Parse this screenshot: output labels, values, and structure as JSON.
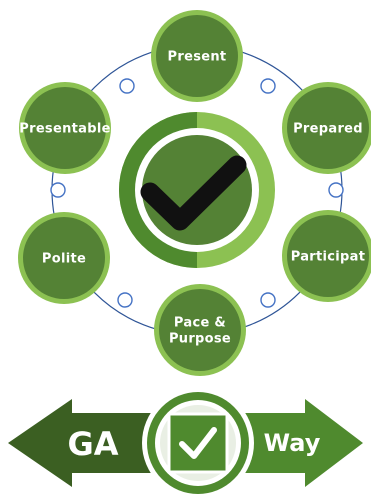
{
  "nodes": [
    {
      "id": "present",
      "lines": [
        "Present"
      ]
    },
    {
      "id": "prepared",
      "lines": [
        "Prepared"
      ]
    },
    {
      "id": "participate",
      "lines": [
        "Participat"
      ]
    },
    {
      "id": "pace-purpose",
      "lines": [
        "Pace &",
        "Purpose"
      ]
    },
    {
      "id": "polite",
      "lines": [
        "Polite"
      ]
    },
    {
      "id": "presentable",
      "lines": [
        "Presentable"
      ]
    }
  ],
  "banner": {
    "left_label": "GA",
    "right_label": "Way"
  },
  "colors": {
    "node_fill": "#548235",
    "node_ring": "#8cc152",
    "dark_green": "#3e6b24",
    "connector": "#2f5597",
    "connector_dot": "#ffffff",
    "check": "#111111",
    "banner_dark": "#3b5f22",
    "banner_mid": "#4f8a2e"
  },
  "icons": {
    "center": "checkmark-icon",
    "banner": "checkbox-check-icon"
  }
}
